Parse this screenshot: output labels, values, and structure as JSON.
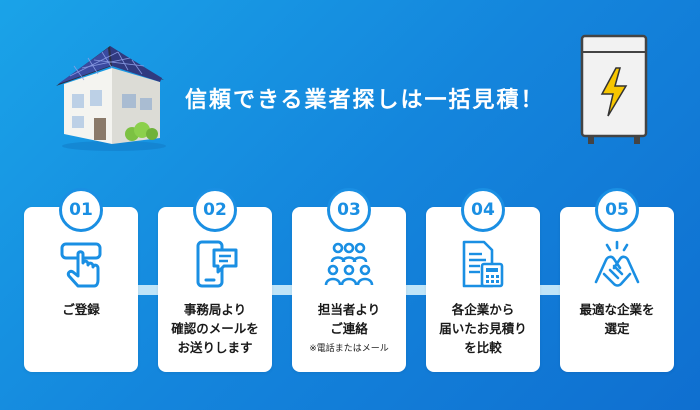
{
  "headline": "信頼できる業者探しは一括見積！",
  "colors": {
    "accent": "#1a8fe3",
    "background": "#1485dc",
    "card": "#ffffff"
  },
  "steps": [
    {
      "number": "01",
      "label": "ご登録",
      "note": "",
      "icon": "tap-icon"
    },
    {
      "number": "02",
      "label": "事務局より\n確認のメールを\nお送りします",
      "note": "",
      "icon": "smartphone-message-icon"
    },
    {
      "number": "03",
      "label": "担当者より\nご連絡",
      "note": "※電話またはメール",
      "icon": "people-group-icon"
    },
    {
      "number": "04",
      "label": "各企業から\n届いたお見積り\nを比較",
      "note": "",
      "icon": "document-calculator-icon"
    },
    {
      "number": "05",
      "label": "最適な企業を\n選定",
      "note": "",
      "icon": "handshake-icon"
    }
  ]
}
